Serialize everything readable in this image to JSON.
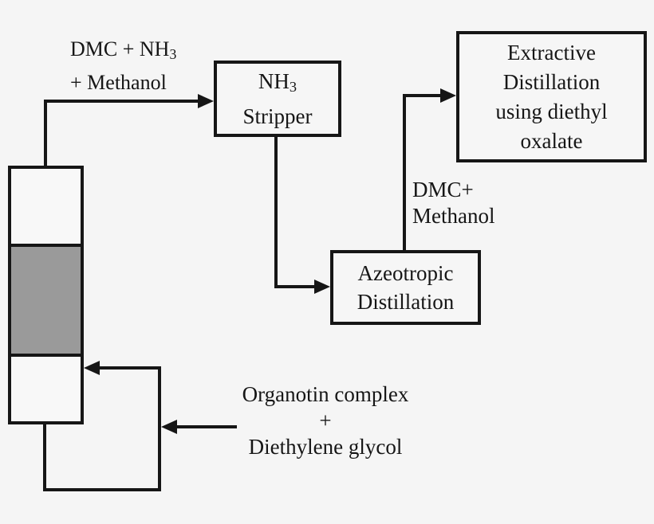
{
  "colors": {
    "background": "#f5f5f5",
    "line": "#161616",
    "text": "#161616",
    "column_fill": "#f8f8f8",
    "packing_fill": "#9a9a9a",
    "box_fill": "#f6f6f6"
  },
  "boxes": {
    "nh3_stripper": {
      "line1_main": "NH",
      "line1_sub": "3",
      "line2": "Stripper"
    },
    "azeotropic_distillation": {
      "line1": "Azeotropic",
      "line2": "Distillation"
    },
    "extractive_distillation": {
      "line1": "Extractive",
      "line2": "Distillation",
      "line3": "using diethyl",
      "line4": "oxalate"
    }
  },
  "stream_labels": {
    "dmc_nh3_methanol": {
      "line1_main": "DMC + NH",
      "line1_sub": "3",
      "line2": "+ Methanol"
    },
    "dmc_methanol": {
      "line1": "DMC+",
      "line2": "Methanol"
    },
    "organotin_feed": {
      "line1": "Organotin complex",
      "line2": "+",
      "line3": "Diethylene glycol"
    }
  }
}
